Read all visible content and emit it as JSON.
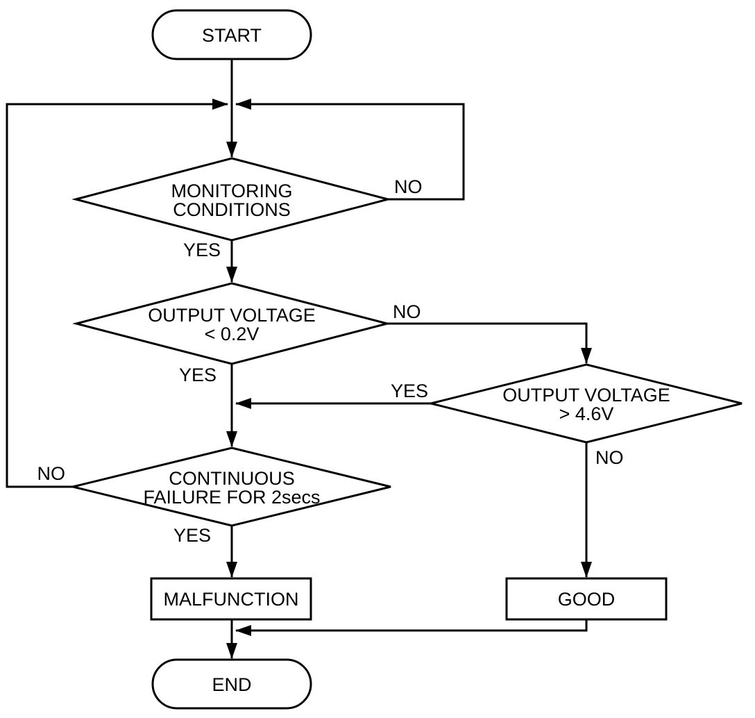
{
  "colors": {
    "line": "#000000",
    "text": "#000000",
    "background": "#ffffff"
  },
  "nodes": {
    "start": {
      "label": "START"
    },
    "monitoring_conditions": {
      "line1": "MONITORING",
      "line2": "CONDITIONS"
    },
    "output_voltage_low": {
      "line1": "OUTPUT VOLTAGE",
      "line2": "< 0.2V"
    },
    "output_voltage_high": {
      "line1": "OUTPUT VOLTAGE",
      "line2": "> 4.6V"
    },
    "continuous_failure": {
      "line1": "CONTINUOUS",
      "line2": "FAILURE FOR 2secs"
    },
    "malfunction": {
      "label": "MALFUNCTION"
    },
    "good": {
      "label": "GOOD"
    },
    "end": {
      "label": "END"
    }
  },
  "edges": {
    "monitoring_no": {
      "label": "NO"
    },
    "monitoring_yes": {
      "label": "YES"
    },
    "output_low_no": {
      "label": "NO"
    },
    "output_low_yes": {
      "label": "YES"
    },
    "output_high_yes": {
      "label": "YES"
    },
    "output_high_no": {
      "label": "NO"
    },
    "continuous_no": {
      "label": "NO"
    },
    "continuous_yes": {
      "label": "YES"
    }
  }
}
